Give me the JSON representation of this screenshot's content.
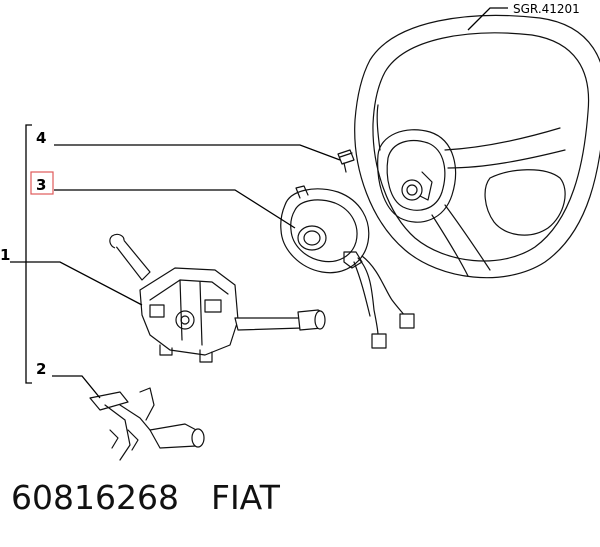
{
  "reference_code": "SGR.41201",
  "parts": [
    {
      "number": "1"
    },
    {
      "number": "2"
    },
    {
      "number": "3",
      "highlighted": true,
      "highlight_color": "#e05a5a"
    },
    {
      "number": "4"
    }
  ],
  "caption": {
    "part_number": "60816268",
    "brand": "FIAT"
  }
}
